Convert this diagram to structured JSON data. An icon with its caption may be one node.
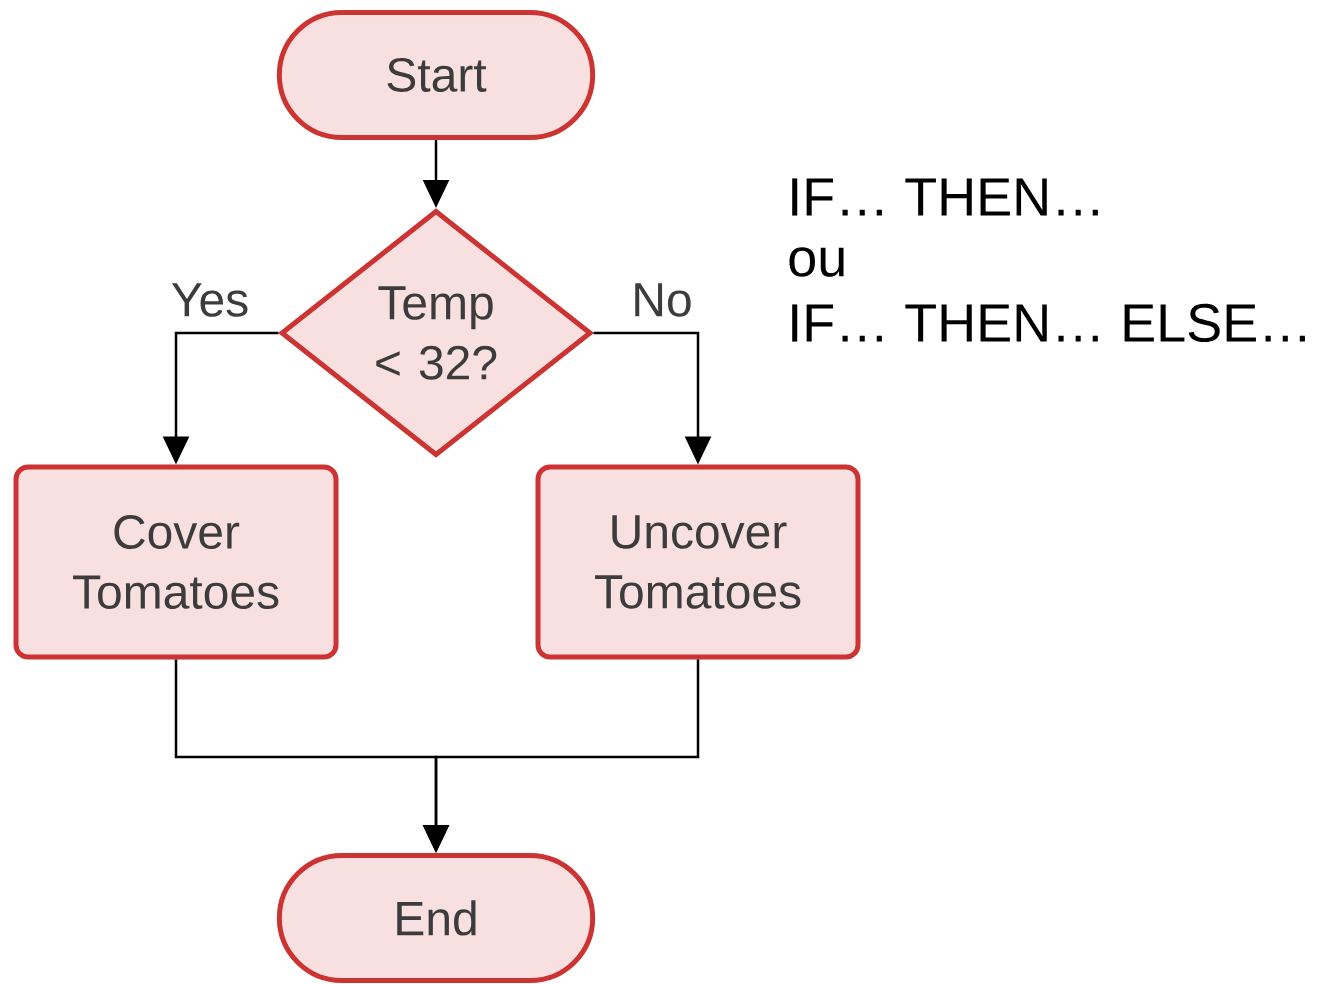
{
  "diagram": {
    "nodes": [
      {
        "text": [
          "Start"
        ]
      },
      {
        "text": [
          "Temp < 32?"
        ]
      },
      {
        "text": [
          "Cover Tomatoes"
        ]
      },
      {
        "text": [
          "Uncover Tomatoes"
        ]
      },
      {
        "text": [
          "End"
        ]
      }
    ],
    "edges": [
      {
        "from": 0,
        "to": 1,
        "arrow": "to"
      },
      {
        "from": 1,
        "to": 2,
        "arrow": "to",
        "label": "Yes"
      },
      {
        "from": 1,
        "to": 3,
        "arrow": "to",
        "label": "No"
      },
      {
        "from": 2,
        "to": 4,
        "arrow": "to"
      },
      {
        "from": 3,
        "to": 4,
        "arrow": "to"
      }
    ],
    "labels": [
      "IF… THEN…",
      "ou",
      "IF… THEN… ELSE…"
    ]
  }
}
